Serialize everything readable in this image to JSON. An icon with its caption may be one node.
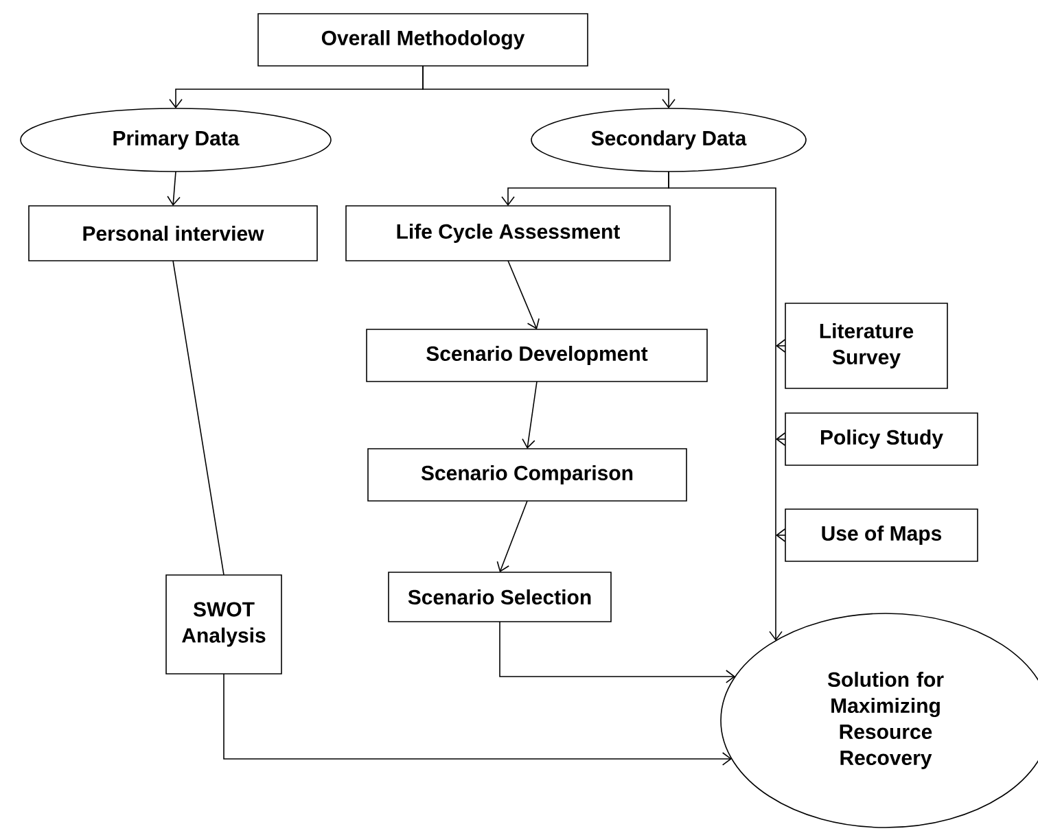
{
  "diagram": {
    "nodes": [
      {
        "text": [
          "Overall Methodology"
        ]
      },
      {
        "text": [
          "Primary Data"
        ]
      },
      {
        "text": [
          "Secondary Data"
        ]
      },
      {
        "text": [
          "Personal interview"
        ]
      },
      {
        "text": [
          "Life Cycle Assessment"
        ]
      },
      {
        "text": [
          "Literature Survey"
        ]
      },
      {
        "text": [
          "Scenario Development"
        ]
      },
      {
        "text": [
          "Policy Study"
        ]
      },
      {
        "text": [
          "Scenario Comparison"
        ]
      },
      {
        "text": [
          "Use of Maps"
        ]
      },
      {
        "text": [
          "SWOT Analysis"
        ]
      },
      {
        "text": [
          "Scenario Selection"
        ]
      },
      {
        "text": [
          "Solution for Maximizing Resource Recovery"
        ]
      }
    ],
    "edges": [
      {
        "from": 0,
        "to": 1,
        "arrow": "to"
      },
      {
        "from": 0,
        "to": 2,
        "arrow": "to"
      },
      {
        "from": 1,
        "to": 3,
        "arrow": "to"
      },
      {
        "from": 2,
        "to": 4,
        "arrow": "to"
      },
      {
        "from": 2,
        "to": 12,
        "arrow": "to"
      },
      {
        "from": 5,
        "to": null,
        "arrow": "to"
      },
      {
        "from": 7,
        "to": null,
        "arrow": "to"
      },
      {
        "from": 9,
        "to": null,
        "arrow": "to"
      },
      {
        "from": 4,
        "to": 6,
        "arrow": "to"
      },
      {
        "from": 6,
        "to": 8,
        "arrow": "to"
      },
      {
        "from": 8,
        "to": 11,
        "arrow": "to"
      },
      {
        "from": 3,
        "to": 10,
        "arrow": "none"
      },
      {
        "from": 11,
        "to": 12,
        "arrow": "to"
      },
      {
        "from": 10,
        "to": 12,
        "arrow": "to"
      }
    ]
  }
}
